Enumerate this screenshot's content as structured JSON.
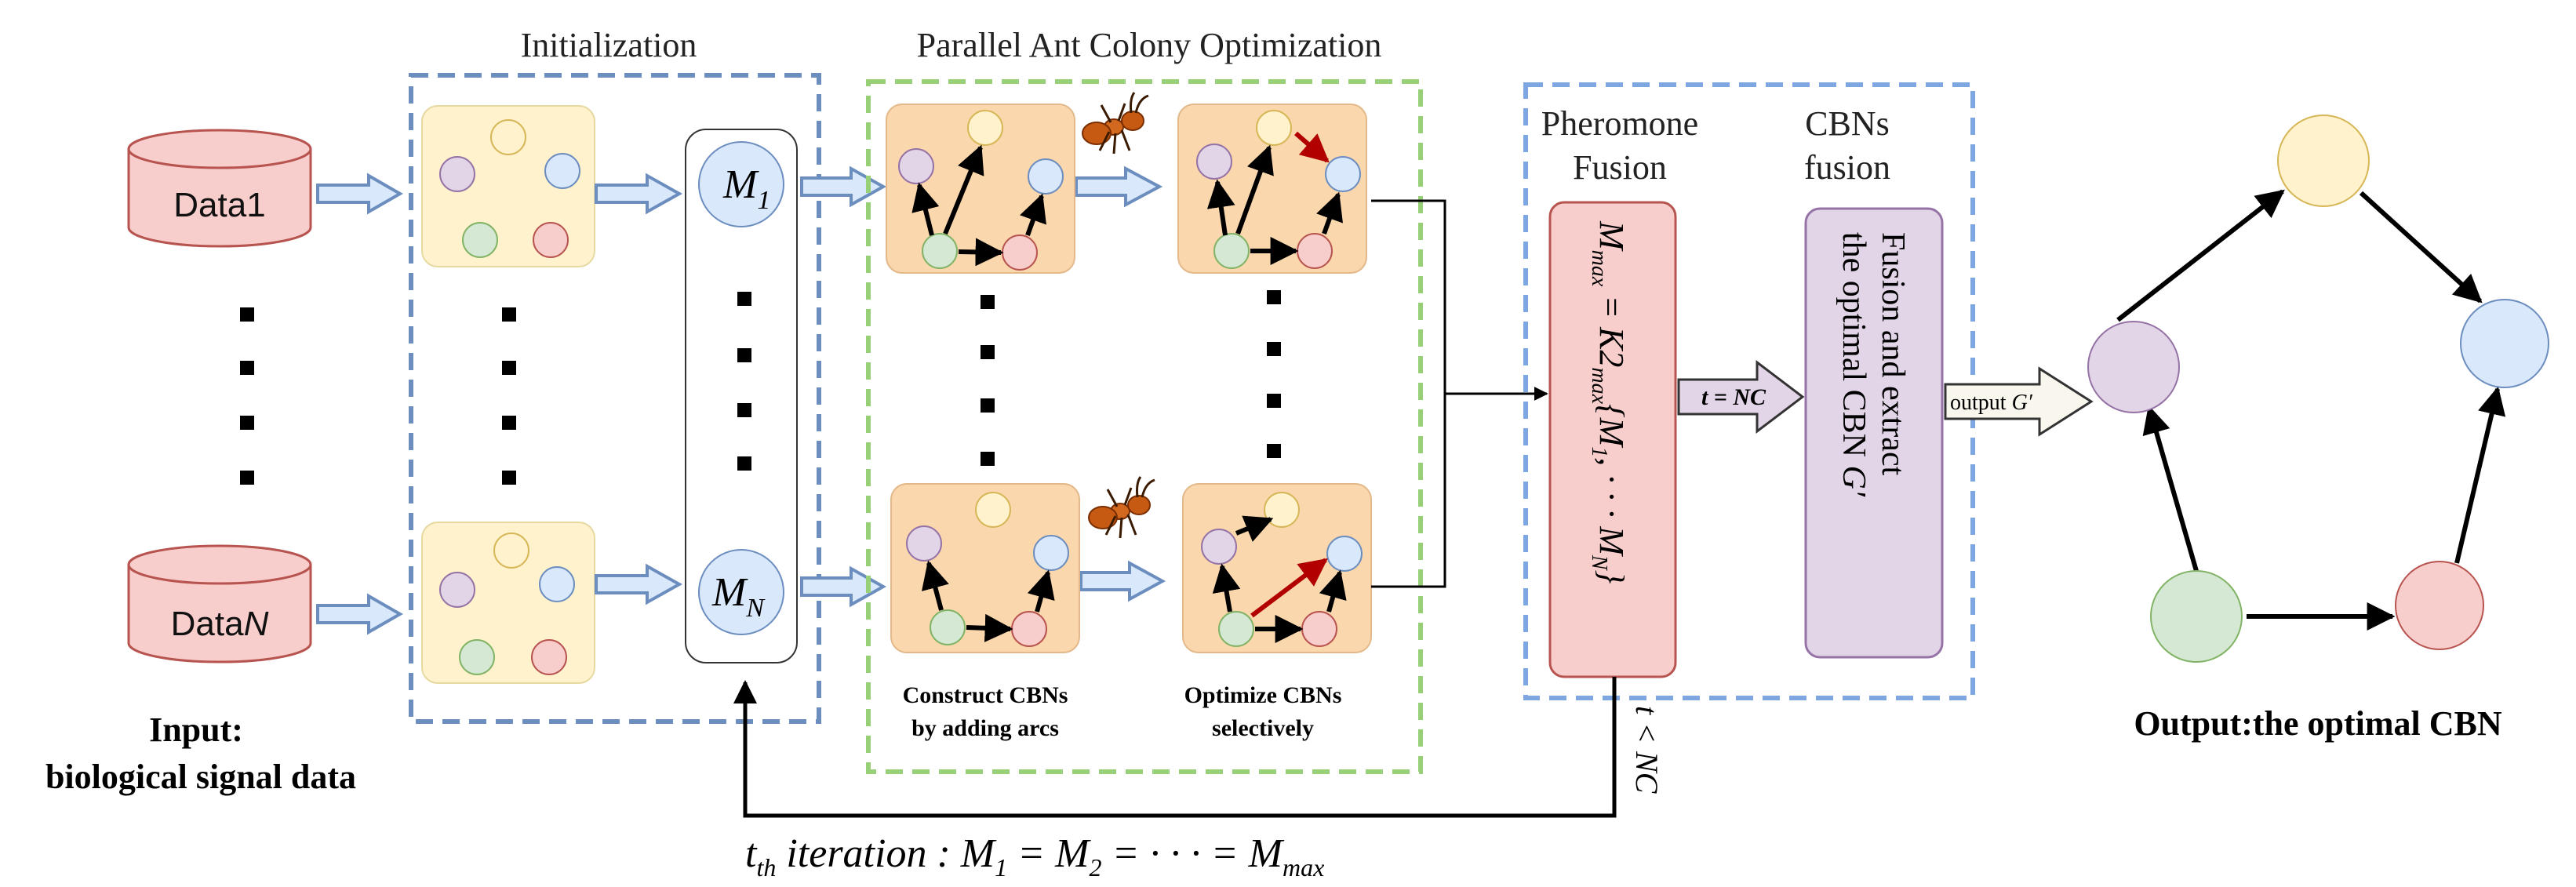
{
  "sections": {
    "initialization": "Initialization",
    "aco": "Parallel Ant Colony Optimization",
    "pheromone_fusion_line1": "Pheromone",
    "pheromone_fusion_line2": "Fusion",
    "cbns_fusion_line1": "CBNs",
    "cbns_fusion_line2": "fusion"
  },
  "inputs": {
    "data1": "Data1",
    "dataN_prefix": "Data",
    "dataN_suffix": "N",
    "caption_line1": "Input:",
    "caption_line2": "biological signal data"
  },
  "matrices": {
    "m1_base": "M",
    "m1_sub": "1",
    "mN_base": "M",
    "mN_sub": "N"
  },
  "aco_captions": {
    "construct_line1": "Construct CBNs",
    "construct_line2": "by adding arcs",
    "optimize_line1": "Optimize CBNs",
    "optimize_line2": "selectively"
  },
  "pheromone_formula": {
    "lhs": "M",
    "lhs_sub": "max",
    "eq": " = K2",
    "k2_sub": "max",
    "rhs": "{M",
    "rhs_sub1": "1",
    "rhs_mid": ", · · · M",
    "rhs_subN": "N",
    "rhs_end": "}"
  },
  "cbn_fusion_text": {
    "line1": "Fusion and extract",
    "line2": "the optimal CBN ",
    "g_prime": "G′"
  },
  "conditions": {
    "t_eq_nc": "t = NC",
    "t_lt_nc": "t < NC",
    "output_label": "output ",
    "output_g": "G′"
  },
  "iteration": {
    "t": "t",
    "t_sub": "th",
    "text": " iteration :  M",
    "s1": "1",
    "eq1": " = M",
    "s2": "2",
    "eq2": " = · · · = M",
    "s3": "max"
  },
  "output": {
    "caption": "Output:the optimal CBN"
  },
  "colors": {
    "data_fill": "#f8cecc",
    "data_stroke": "#b85450",
    "init_panel": "#fff2cc",
    "aco_panel": "#fad7ac",
    "pheromone_box": "#f8cecc",
    "cbn_box": "#e1d5e7",
    "node_yellow": "#fff2cc",
    "node_purple": "#e1d5e7",
    "node_blue": "#dae8fc",
    "node_green": "#d5e8d4",
    "node_pink": "#f8cecc",
    "blue_dash": "#6c8ebf",
    "green_dash": "#97d077",
    "cond_arrow": "#e1d5e7",
    "output_arrow": "#f9f7ed",
    "red_arc": "#b20000"
  },
  "icons": [
    "database-icon",
    "ant-icon",
    "node-icon",
    "arrow-icon"
  ]
}
